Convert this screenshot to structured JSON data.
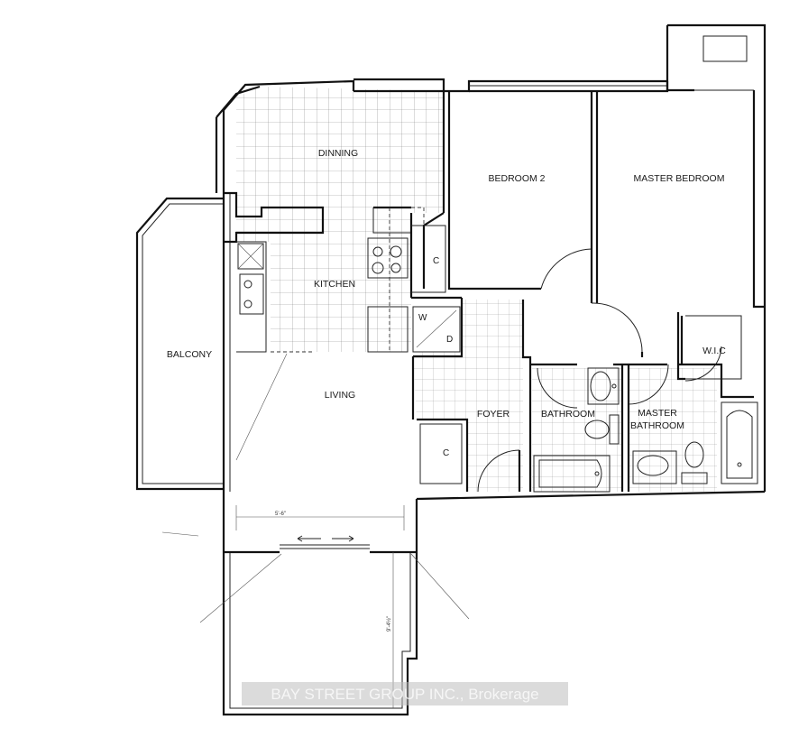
{
  "rooms": {
    "dinning": "DINNING",
    "kitchen": "KITCHEN",
    "balcony": "BALCONY",
    "living": "LIVING",
    "bedroom2": "BEDROOM 2",
    "master_bedroom": "MASTER BEDROOM",
    "foyer": "FOYER",
    "bathroom": "BATHROOM",
    "master_bathroom_line1": "MASTER",
    "master_bathroom_line2": "BATHROOM",
    "wic": "W.I.C"
  },
  "fixtures": {
    "closet_kitchen": "C",
    "closet_foyer": "C",
    "washer": "W",
    "dryer": "D"
  },
  "dimensions": {
    "width": "5'-6\"",
    "height": "9'-4½\""
  },
  "watermark": "BAY STREET GROUP INC., Brokerage"
}
